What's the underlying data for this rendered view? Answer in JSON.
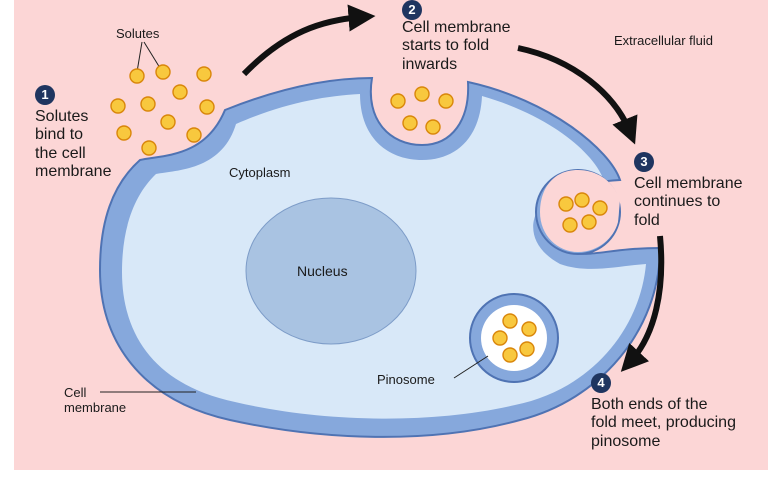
{
  "labels": {
    "solutes": "Solutes",
    "extracellular_fluid": "Extracellular fluid",
    "cytoplasm": "Cytoplasm",
    "nucleus": "Nucleus",
    "pinosome": "Pinosome",
    "cell_membrane": "Cell\nmembrane"
  },
  "steps": [
    {
      "number": "1",
      "text": "Solutes\nbind to\nthe cell\nmembrane"
    },
    {
      "number": "2",
      "text": "Cell membrane\nstarts to fold\ninwards"
    },
    {
      "number": "3",
      "text": "Cell membrane\ncontinues to\nfold"
    },
    {
      "number": "4",
      "text": "Both ends of the\nfold meet, producing\npinosome"
    }
  ],
  "colors": {
    "extracellular": "#fcd6d6",
    "cytoplasm": "#d8e8f8",
    "membrane": "#86a8dc",
    "membrane_outline": "#4f73b3",
    "nucleus": "#a9c3e2",
    "solute": "#f8c83e",
    "solute_outline": "#d9860a",
    "badge": "#1f3560",
    "arrow": "#111111"
  }
}
